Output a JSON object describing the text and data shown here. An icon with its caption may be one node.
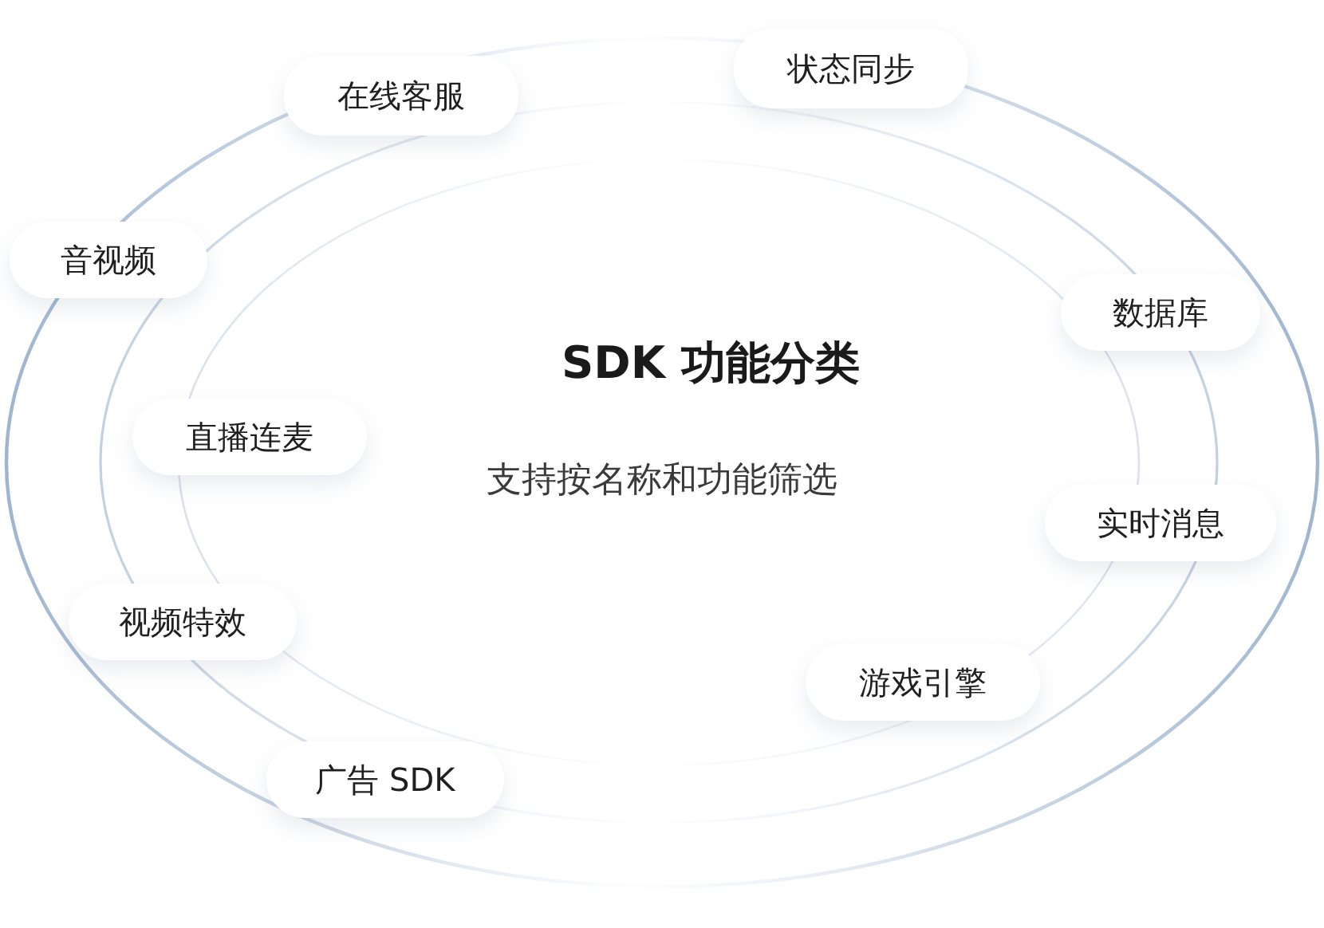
{
  "diagram": {
    "title": "SDK 功能分类",
    "nodes": [
      {
        "text": [
          "在线客服"
        ]
      },
      {
        "text": [
          "状态同步"
        ]
      },
      {
        "text": [
          "音视频"
        ]
      },
      {
        "text": [
          "数据库"
        ]
      },
      {
        "text": [
          "直播连麦"
        ]
      },
      {
        "text": [
          "实时消息"
        ]
      },
      {
        "text": [
          "视频特效"
        ]
      },
      {
        "text": [
          "游戏引擎"
        ]
      },
      {
        "text": [
          "广告 SDK"
        ]
      }
    ],
    "labels": [
      "支持按名称和功能筛选"
    ]
  }
}
